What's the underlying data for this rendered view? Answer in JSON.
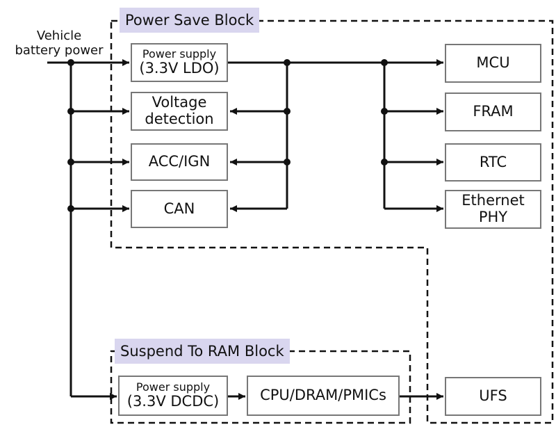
{
  "input": {
    "line1": "Vehicle",
    "line2": "battery power"
  },
  "power_save_block": {
    "title": "Power Save Block",
    "power_supply": {
      "line1": "Power supply",
      "line2": "(3.3V LDO)"
    },
    "voltage_detection": {
      "line1": "Voltage",
      "line2": "detection"
    },
    "acc_ign": "ACC/IGN",
    "can": "CAN",
    "mcu": "MCU",
    "fram": "FRAM",
    "rtc": "RTC",
    "ethernet_phy": {
      "line1": "Ethernet",
      "line2": "PHY"
    }
  },
  "suspend_block": {
    "title": "Suspend To RAM Block",
    "power_supply": {
      "line1": "Power supply",
      "line2": "(3.3V DCDC)"
    },
    "cpu": "CPU/DRAM/PMICs"
  },
  "ufs": "UFS",
  "colors": {
    "tag_background": "#d9d6ef",
    "box_border": "#777777",
    "line": "#111111"
  }
}
